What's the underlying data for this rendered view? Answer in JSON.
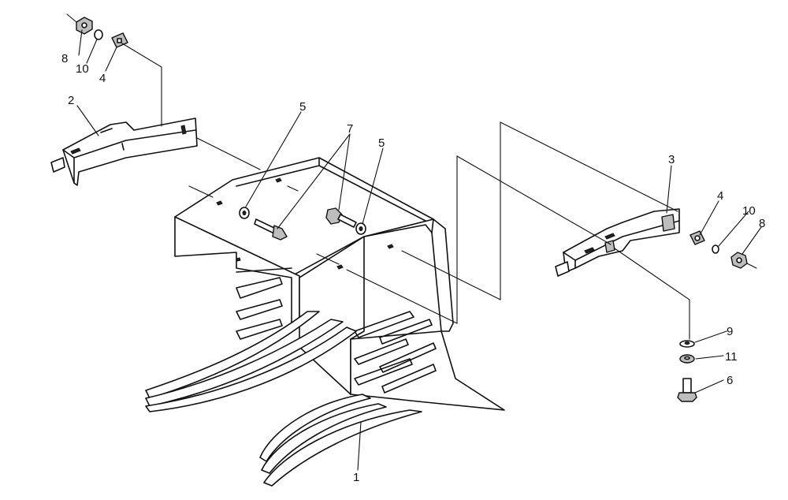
{
  "callouts": [
    {
      "id": "c8a",
      "text": "8"
    },
    {
      "id": "c10a",
      "text": "10"
    },
    {
      "id": "c4a",
      "text": "4"
    },
    {
      "id": "c2",
      "text": "2"
    },
    {
      "id": "c5a",
      "text": "5"
    },
    {
      "id": "c7",
      "text": "7"
    },
    {
      "id": "c5b",
      "text": "5"
    },
    {
      "id": "c3",
      "text": "3"
    },
    {
      "id": "c4b",
      "text": "4"
    },
    {
      "id": "c10b",
      "text": "10"
    },
    {
      "id": "c8b",
      "text": "8"
    },
    {
      "id": "c9",
      "text": "9"
    },
    {
      "id": "c11",
      "text": "11"
    },
    {
      "id": "c6",
      "text": "6"
    },
    {
      "id": "c1",
      "text": "1"
    }
  ]
}
